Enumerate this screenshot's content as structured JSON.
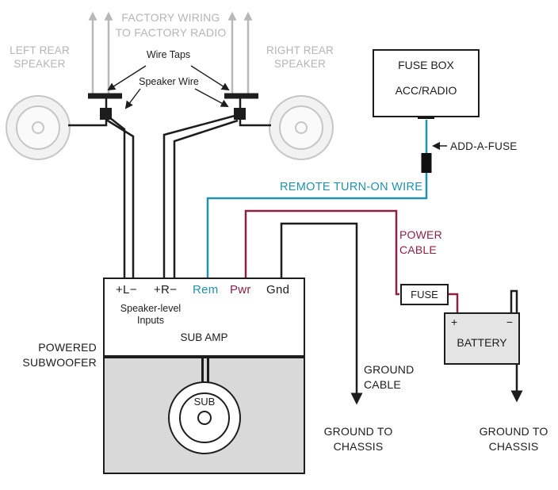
{
  "colors": {
    "wire_black": "#1d1d1d",
    "wire_teal": "#2191ac",
    "wire_maroon": "#8e2043",
    "factory_gray": "#b8b8b8",
    "label_gray": "#b5b5b5",
    "enclosure_gray": "#d9d9d9",
    "battery_gray": "#e4e4e4"
  },
  "top": {
    "left_speaker": {
      "line1": "LEFT REAR",
      "line2": "SPEAKER"
    },
    "right_speaker": {
      "line1": "RIGHT REAR",
      "line2": "SPEAKER"
    },
    "factory": {
      "line1": "FACTORY WIRING",
      "line2": "TO FACTORY RADIO"
    },
    "wire_taps": "Wire Taps",
    "speaker_wire": "Speaker Wire"
  },
  "fuse_box": {
    "title": "FUSE BOX",
    "circuit": "ACC/RADIO",
    "add_a_fuse": "ADD-A-FUSE"
  },
  "remote_wire_label": "REMOTE TURN-ON WIRE",
  "power_cable": {
    "line1": "POWER",
    "line2": "CABLE"
  },
  "ground_cable": {
    "line1": "GROUND",
    "line2": "CABLE"
  },
  "fuse": "FUSE",
  "battery": {
    "name": "BATTERY",
    "plus": "+",
    "minus": "−"
  },
  "amp": {
    "terminals": {
      "left": "+L−",
      "right": "+R−",
      "rem": "Rem",
      "pwr": "Pwr",
      "gnd": "Gnd"
    },
    "inputs": {
      "line1": "Speaker-level",
      "line2": "Inputs"
    },
    "name": "SUB AMP"
  },
  "subwoofer": {
    "caption": {
      "line1": "POWERED",
      "line2": "SUBWOOFER"
    },
    "sub": "SUB"
  },
  "grounds": {
    "amp": {
      "line1": "GROUND TO",
      "line2": "CHASSIS"
    },
    "battery": {
      "line1": "GROUND TO",
      "line2": "CHASSIS"
    }
  }
}
